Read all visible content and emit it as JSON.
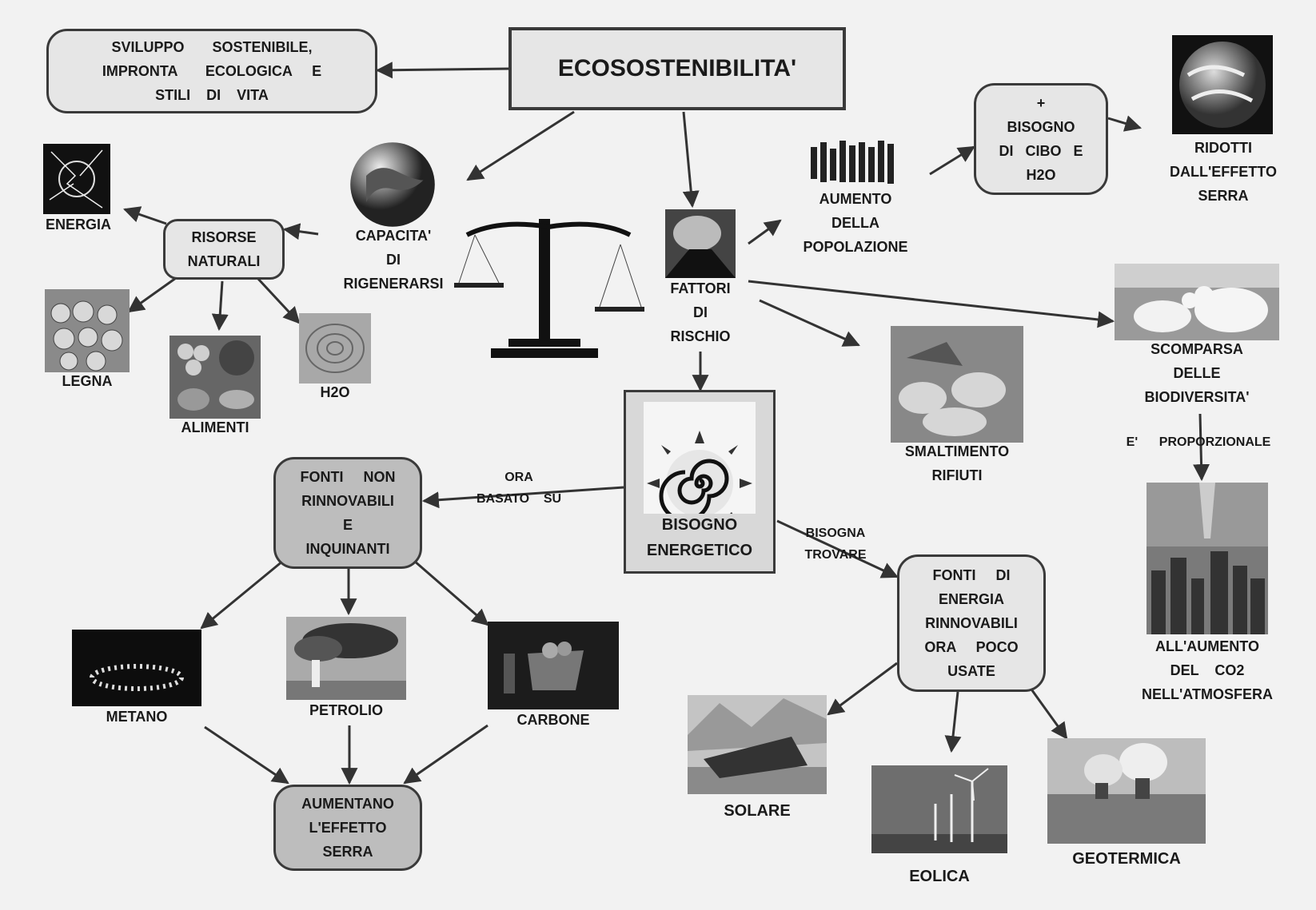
{
  "title": "ECOSOSTENIBILITA'",
  "nodes": {
    "sviluppo": "SVILUPPO       SOSTENIBILE,\nIMPRONTA       ECOLOGICA     E\nSTILI    DI    VITA",
    "capacita": "CAPACITA'\nDI\nRIGENERARSI",
    "risorse": "RISORSE\nNATURALI",
    "energia": "ENERGIA",
    "legna": "LEGNA",
    "alimenti": "ALIMENTI",
    "h2o": "H2O",
    "fattori": "FATTORI\nDI\nRISCHIO",
    "aumento_popolazione": "AUMENTO\nDELLA\nPOPOLAZIONE",
    "bisogno_cibo": "+\nBISOGNO\nDI   CIBO   E\nH2O",
    "ridotti": "RIDOTTI\nDALL'EFFETTO\nSERRA",
    "scomparsa": "SCOMPARSA\nDELLE\nBIODIVERSITA'",
    "proporzionale": "E'      PROPORZIONALE",
    "aumento_co2": "ALL'AUMENTO\nDEL    CO2\nNELL'ATMOSFERA",
    "smaltimento": "SMALTIMENTO\nRIFIUTI",
    "bisogno_energetico": "BISOGNO\nENERGETICO",
    "ora_basato": "ORA\nBASATO    SU",
    "bisogna_trovare": "BISOGNA\nTROVARE",
    "fonti_non_rinnovabili": "FONTI     NON\nRINNOVABILI\nE\nINQUINANTI",
    "metano": "METANO",
    "petrolio": "PETROLIO",
    "carbone": "CARBONE",
    "aumentano": "AUMENTANO\nL'EFFETTO\nSERRA",
    "fonti_rinnovabili": "FONTI     DI\nENERGIA\nRINNOVABILI\nORA     POCO\nUSATE",
    "solare": "SOLARE",
    "eolica": "EOLICA",
    "geotermica": "GEOTERMICA"
  },
  "colors": {
    "background": "#f2f2f2",
    "box_light": "#e6e6e6",
    "box_mid": "#bdbdbd",
    "stroke": "#3a3a3a",
    "arrow": "#333333"
  },
  "icons": [
    "globe-icon",
    "scale-icon",
    "lightning-icon",
    "logs-icon",
    "food-icon",
    "water-icon",
    "volcano-icon",
    "crowd-icon",
    "earth-clouds-icon",
    "polar-bears-icon",
    "waste-icon",
    "sun-spiral-icon",
    "gas-flame-icon",
    "oil-smoke-icon",
    "coal-mine-icon",
    "solar-panel-icon",
    "wind-turbine-icon",
    "geothermal-icon",
    "tornado-city-icon"
  ]
}
